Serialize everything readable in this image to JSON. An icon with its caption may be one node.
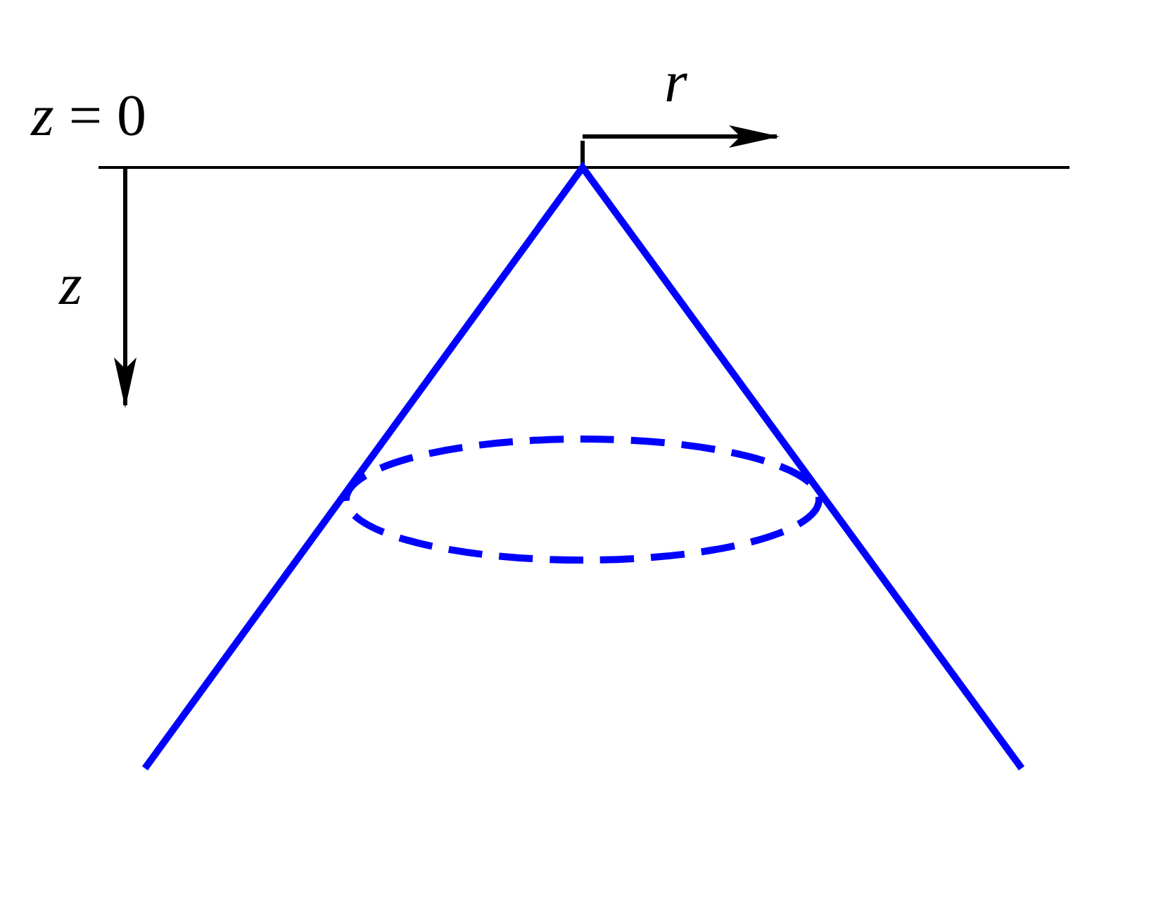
{
  "diagram": {
    "labels": [
      "*z* = 0",
      "r",
      "z"
    ]
  }
}
